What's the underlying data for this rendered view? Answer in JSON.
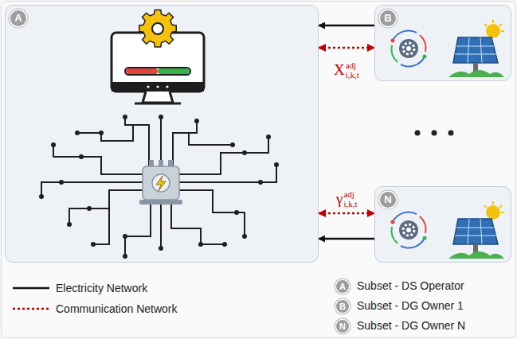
{
  "diagram": {
    "nodes": [
      {
        "text": [
          "A"
        ]
      },
      {
        "text": [
          "B"
        ]
      },
      {
        "text": [
          "N"
        ]
      }
    ],
    "edges": [
      {
        "from": 1,
        "to": 0,
        "arrow": "to"
      },
      {
        "from": 0,
        "to": 1,
        "arrow": "both",
        "label": "X"
      },
      {
        "from": 2,
        "to": 0,
        "arrow": "to"
      },
      {
        "from": 0,
        "to": 2,
        "arrow": "both",
        "label": "γ"
      }
    ],
    "labels": [
      "adj",
      "i,k,t",
      "adj",
      "i,k,t",
      "A",
      "B",
      "N"
    ],
    "legend": [
      {
        "text": "Electricity Network"
      },
      {
        "text": "Communication Network"
      },
      {
        "text": "Subset - DS Operator"
      },
      {
        "text": "Subset - DG Owner 1"
      },
      {
        "text": "Subset - DG Owner N"
      }
    ]
  }
}
